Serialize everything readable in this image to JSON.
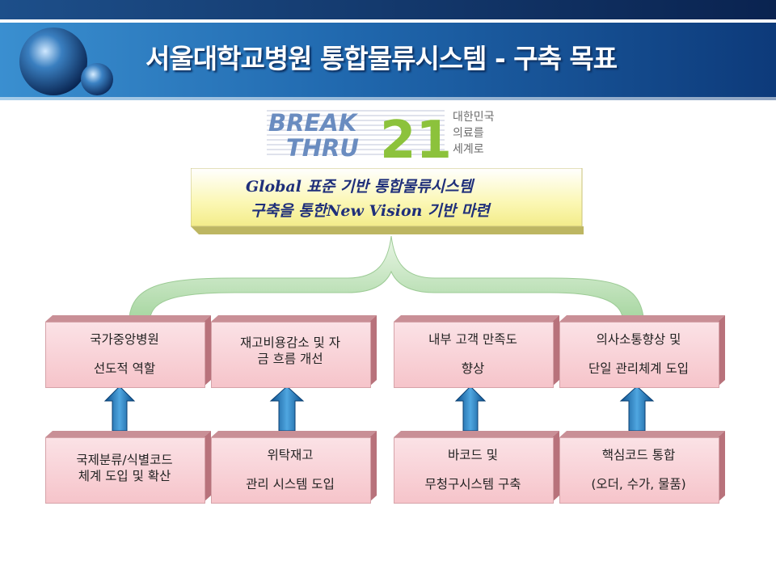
{
  "title": "서울대학교병원 통합물류시스템   - 구축 목표",
  "logo": {
    "line1": "BREAK",
    "line2": "THRU",
    "number": "21",
    "slogan": [
      "대한민국",
      "의료를",
      "세계로"
    ]
  },
  "goal": {
    "line1": "Global 표준 기반  통합물류시스템",
    "line2": "구축을 통한New Vision  기반 마련"
  },
  "objectives": [
    {
      "lines": [
        "국가중앙병원",
        "선도적 역할"
      ]
    },
    {
      "lines": [
        "재고비용감소 및 자",
        "금 흐름 개선"
      ]
    },
    {
      "lines": [
        "내부 고객 만족도",
        "향상"
      ]
    },
    {
      "lines": [
        "의사소통향상 및",
        "단일 관리체계 도입"
      ]
    }
  ],
  "initiatives": [
    {
      "lines": [
        "국제분류/식별코드",
        "체계 도입 및 확산"
      ]
    },
    {
      "lines": [
        "위탁재고",
        "관리 시스템 도입"
      ]
    },
    {
      "lines": [
        "바코드 및",
        "무청구시스템 구축"
      ]
    },
    {
      "lines": [
        "핵심코드 통합",
        "(오더, 수가, 물품)"
      ]
    }
  ],
  "colors": {
    "header_dark": "#0e3a78",
    "header_light": "#2e86c8",
    "box_fill": "#f8d3d8",
    "goal_fill": "#fbf8b8",
    "arrow": "#1a78b8",
    "brace": "#c9e6c4"
  }
}
